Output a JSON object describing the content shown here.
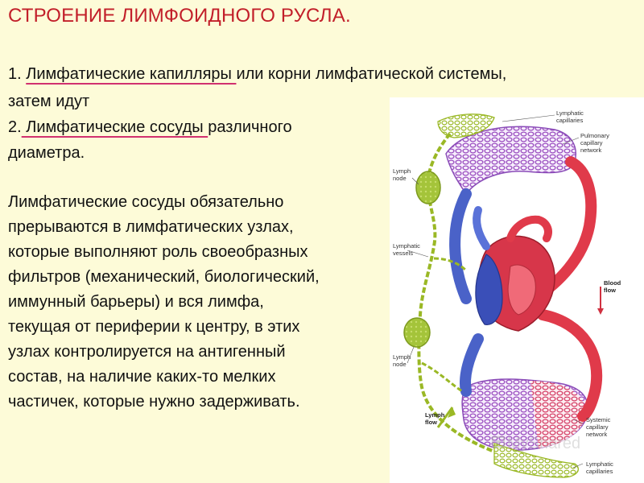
{
  "title": "СТРОЕНИЕ ЛИМФОИДНОГО РУСЛА.",
  "items": {
    "one_num": "1. ",
    "one_ul": "Лимфатические капилляры ",
    "one_rest": "или корни лимфатической системы,",
    "one_cont": "затем идут",
    "two_num": "2.",
    "two_ul": " Лимфатические сосуды ",
    "two_rest": "различного",
    "two_cont": "диаметра."
  },
  "paragraph": [
    "Лимфатические сосуды обязательно",
    "прерываются в лимфатических узлах,",
    "которые выполняют роль своеобразных",
    "фильтров (механический, биологический,",
    "иммунный барьеры) и вся лимфа,",
    "текущая от периферии к центру, в этих",
    "узлах контролируется на антигенный",
    "состав, на наличие каких-то мелких",
    "частичек, которые нужно задерживать."
  ],
  "diagram": {
    "labels": {
      "lymphatic_capillaries_top_1": "Lymphatic",
      "lymphatic_capillaries_top_2": "capillaries",
      "pulmonary_1": "Pulmonary",
      "pulmonary_2": "capillary",
      "pulmonary_3": "network",
      "lymph_node_top_1": "Lymph",
      "lymph_node_top_2": "node",
      "lymphatic_vessels_1": "Lymphatic",
      "lymphatic_vessels_2": "vessels",
      "blood_flow_1": "Blood",
      "blood_flow_2": "flow",
      "lymph_node_bottom_1": "Lymph",
      "lymph_node_bottom_2": "node",
      "lymph_flow_1": "Lymph",
      "lymph_flow_2": "flow",
      "systemic_1": "Systemic",
      "systemic_2": "capillary",
      "systemic_3": "network",
      "lymphatic_capillaries_bottom_1": "Lymphatic",
      "lymphatic_capillaries_bottom_2": "capillaries"
    },
    "watermark": "MyShared",
    "colors": {
      "lymph": "#9ab825",
      "node": "#a4c43a",
      "arterial": "#e03a4a",
      "venous": "#4a62c8",
      "mixed": "#9b4fc0"
    }
  }
}
